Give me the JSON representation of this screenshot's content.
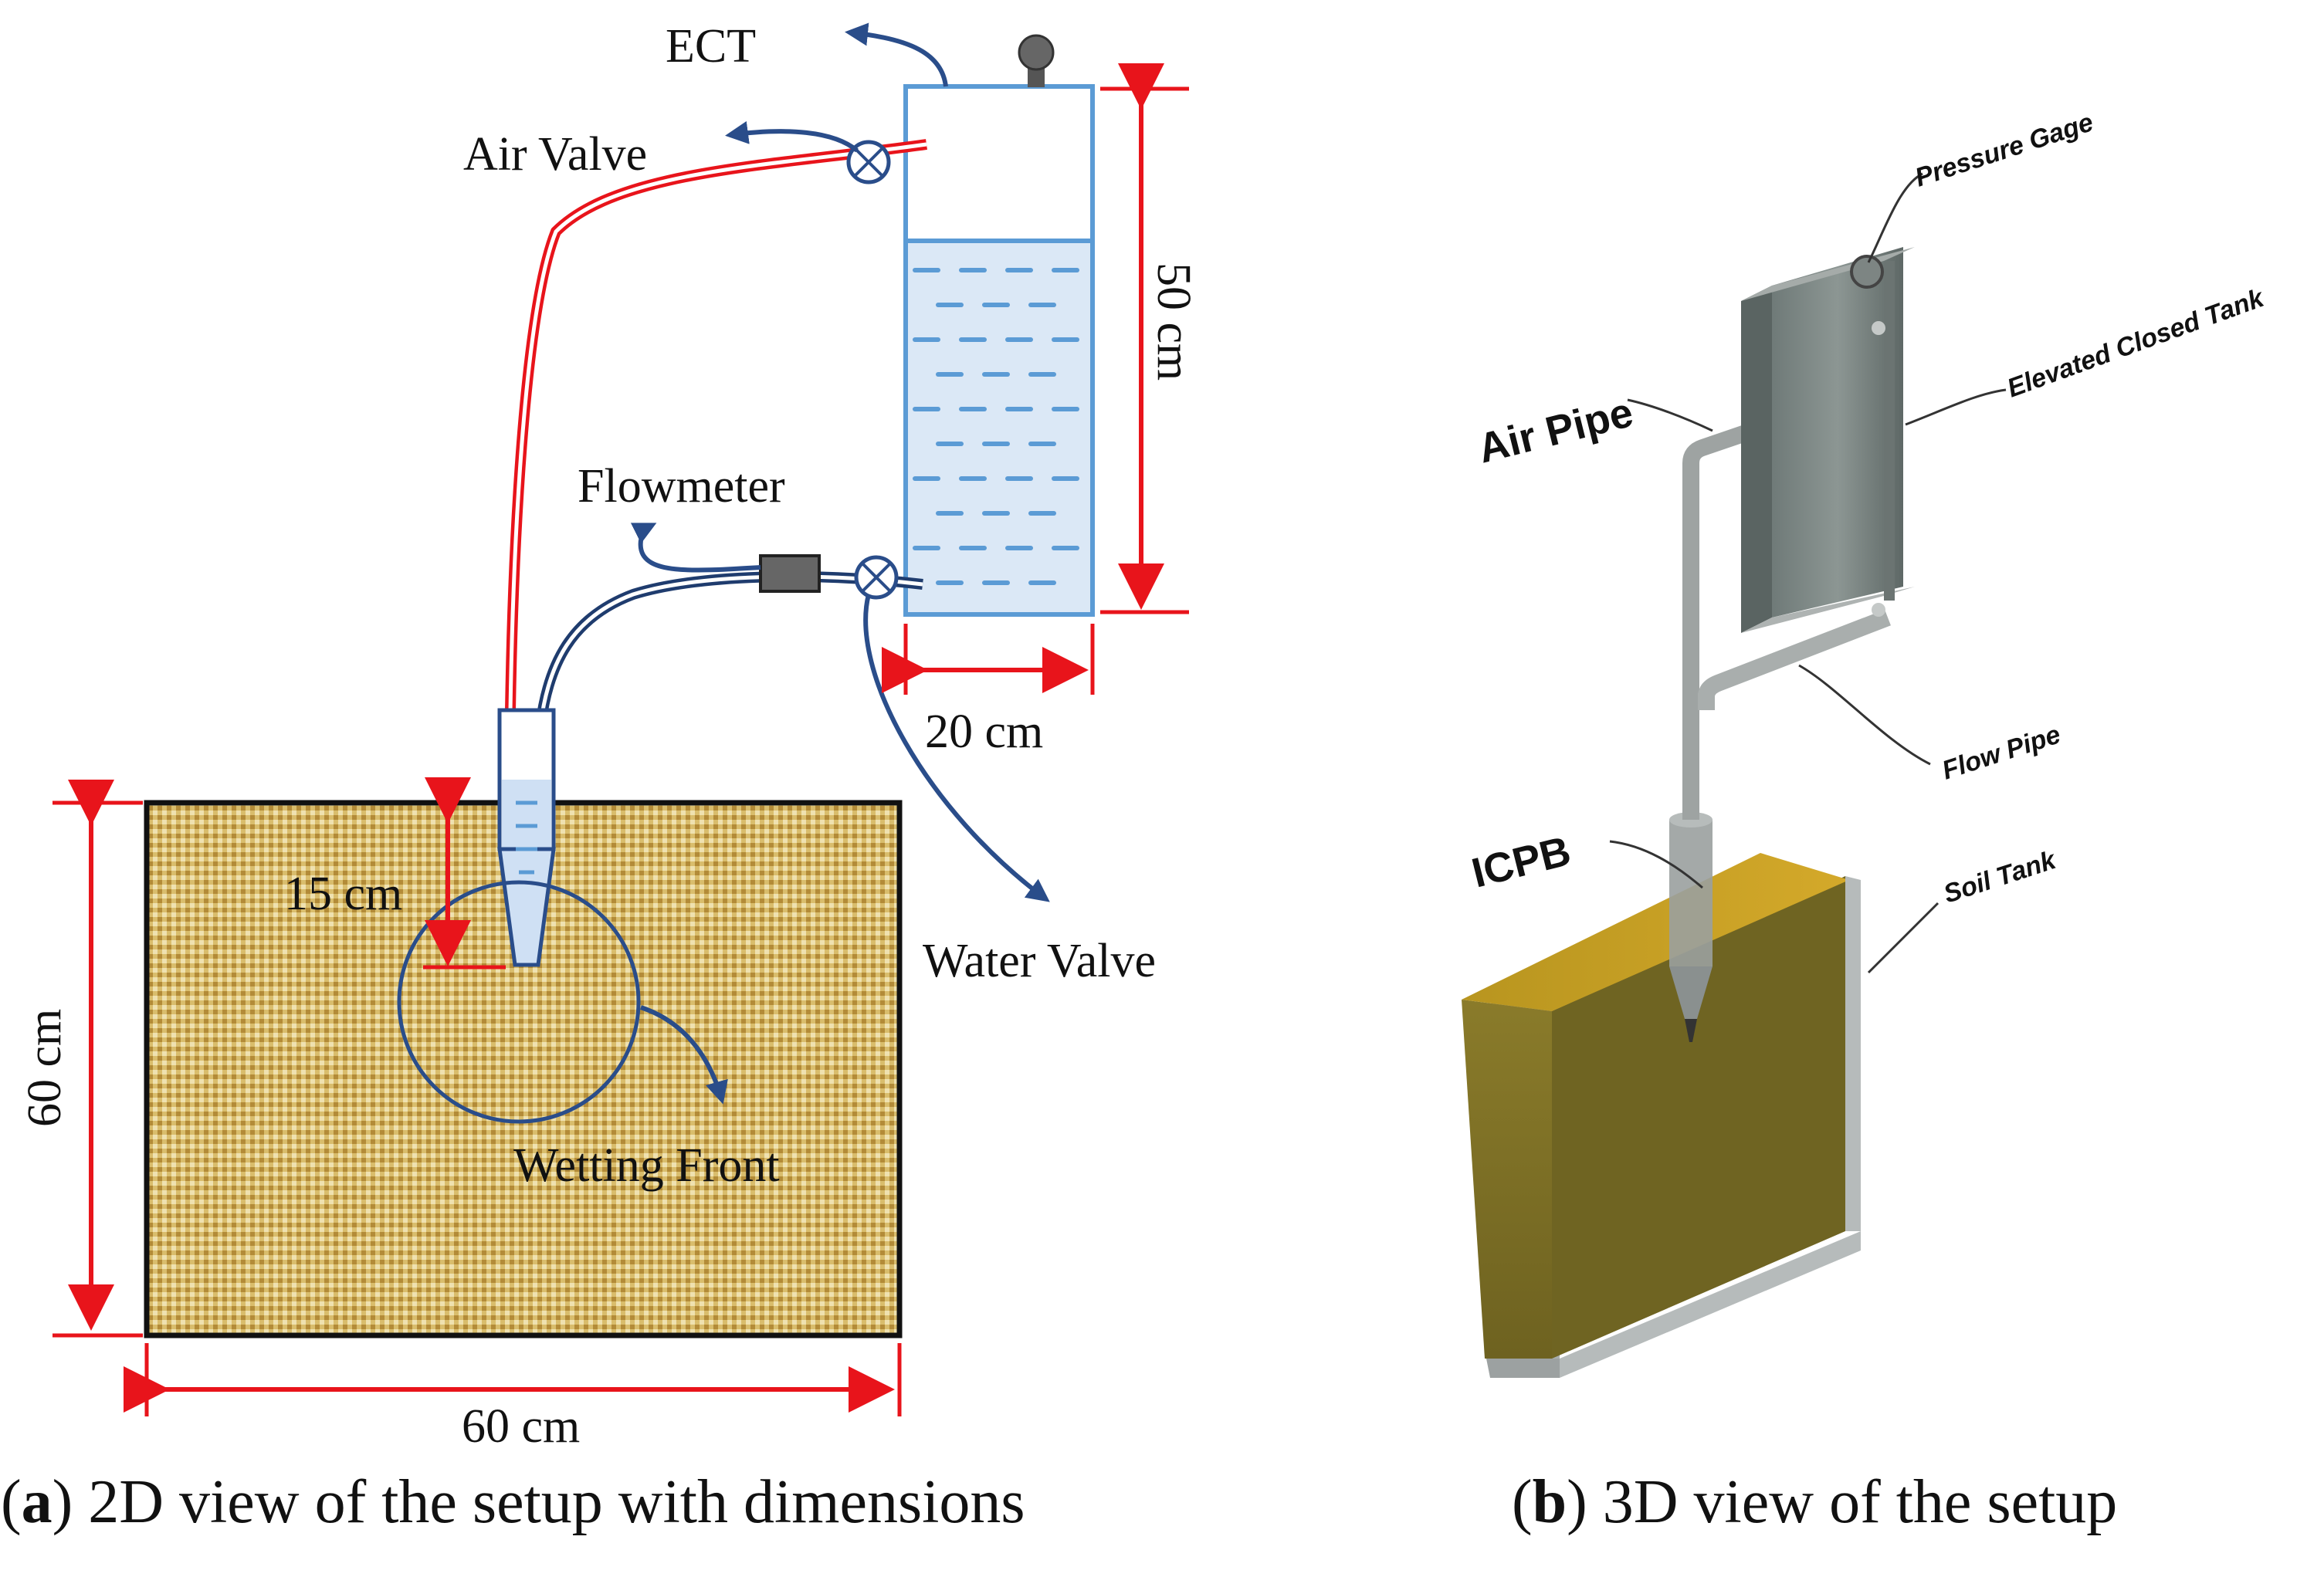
{
  "panel_a": {
    "labels": {
      "ect": "ECT",
      "air_valve": "Air Valve",
      "flowmeter": "Flowmeter",
      "water_valve": "Water Valve",
      "wetting_front": "Wetting Front",
      "dim_tank_height": "50 cm",
      "dim_tank_width": "20 cm",
      "dim_depth": "15 cm",
      "dim_soil_height": "60 cm",
      "dim_soil_width": "60 cm"
    },
    "caption": {
      "letter": "a",
      "text": " 2D view of the setup with dimensions"
    }
  },
  "panel_b": {
    "labels": {
      "pressure_gage": "Pressure Gage",
      "elevated_closed_tank": "Elevated Closed Tank",
      "air_pipe": "Air Pipe",
      "flow_pipe": "Flow Pipe",
      "icpb": "ICPB",
      "soil_tank": "Soil Tank"
    },
    "caption": {
      "letter": "b",
      "text": " 3D view of the setup"
    }
  },
  "colors": {
    "dimension_arrow": "#e8141b",
    "pipe_arrow": "#2a4d8a",
    "tank_outline": "#5b9bd5",
    "water_fill": "#dbe8f6",
    "soil": "#c9a85a",
    "soil_3d": "#8b7a26"
  }
}
